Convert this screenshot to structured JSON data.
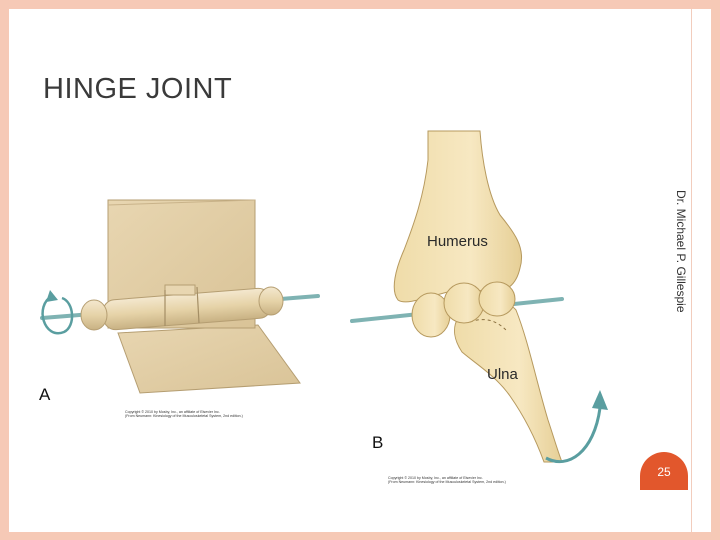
{
  "slide": {
    "title": "HINGE JOINT",
    "author_vertical": "Dr. Michael P. Gillespie",
    "page_number": "25",
    "accent_color": "#e2572c",
    "border_color": "#f6c9b6"
  },
  "figure": {
    "label_a": "A",
    "label_b": "B",
    "humerus_label": "Humerus",
    "ulna_label": "Ulna",
    "copyright_a_line1": "Copyright © 2010 by Mosby, Inc., an affiliate of Elsevier Inc.",
    "copyright_a_line2": "(From Neumann: Kinesiology of the Musculoskeletal System, 2nd edition.)",
    "copyright_b_line1": "Copyright © 2010 by Mosby, Inc., an affiliate of Elsevier Inc.",
    "copyright_b_line2": "(From Neumann: Kinesiology of the Musculoskeletal System, 2nd edition.)",
    "axis_color": "#7fb3b3",
    "bone_color": "#f2e0b0",
    "hinge_color": "#e2cfa6",
    "arrow_color": "#5a9ea0"
  }
}
